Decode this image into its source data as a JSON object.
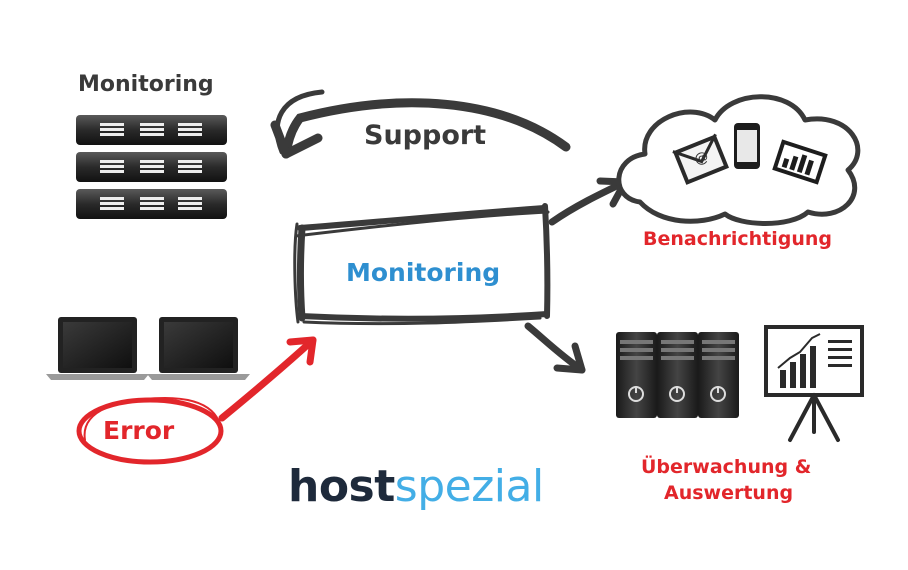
{
  "labels": {
    "top_left": "Monitoring",
    "support": "Support",
    "center": "Monitoring",
    "notification": "Benachrichtigung",
    "evaluation_line1": "Überwachung &",
    "evaluation_line2": "Auswertung",
    "error": "Error"
  },
  "logo": {
    "part1": "host",
    "part2": "spezial"
  },
  "colors": {
    "dark": "#3a3a3a",
    "blue": "#2e8fd0",
    "red": "#e2262b",
    "logo_dark": "#1e2a3b",
    "logo_blue": "#43aee6"
  },
  "icons": [
    "server-rack-icon",
    "laptop-icon",
    "cloud-icon",
    "email-icon",
    "smartphone-icon",
    "chart-icon",
    "tower-server-icon",
    "presentation-board-icon"
  ]
}
